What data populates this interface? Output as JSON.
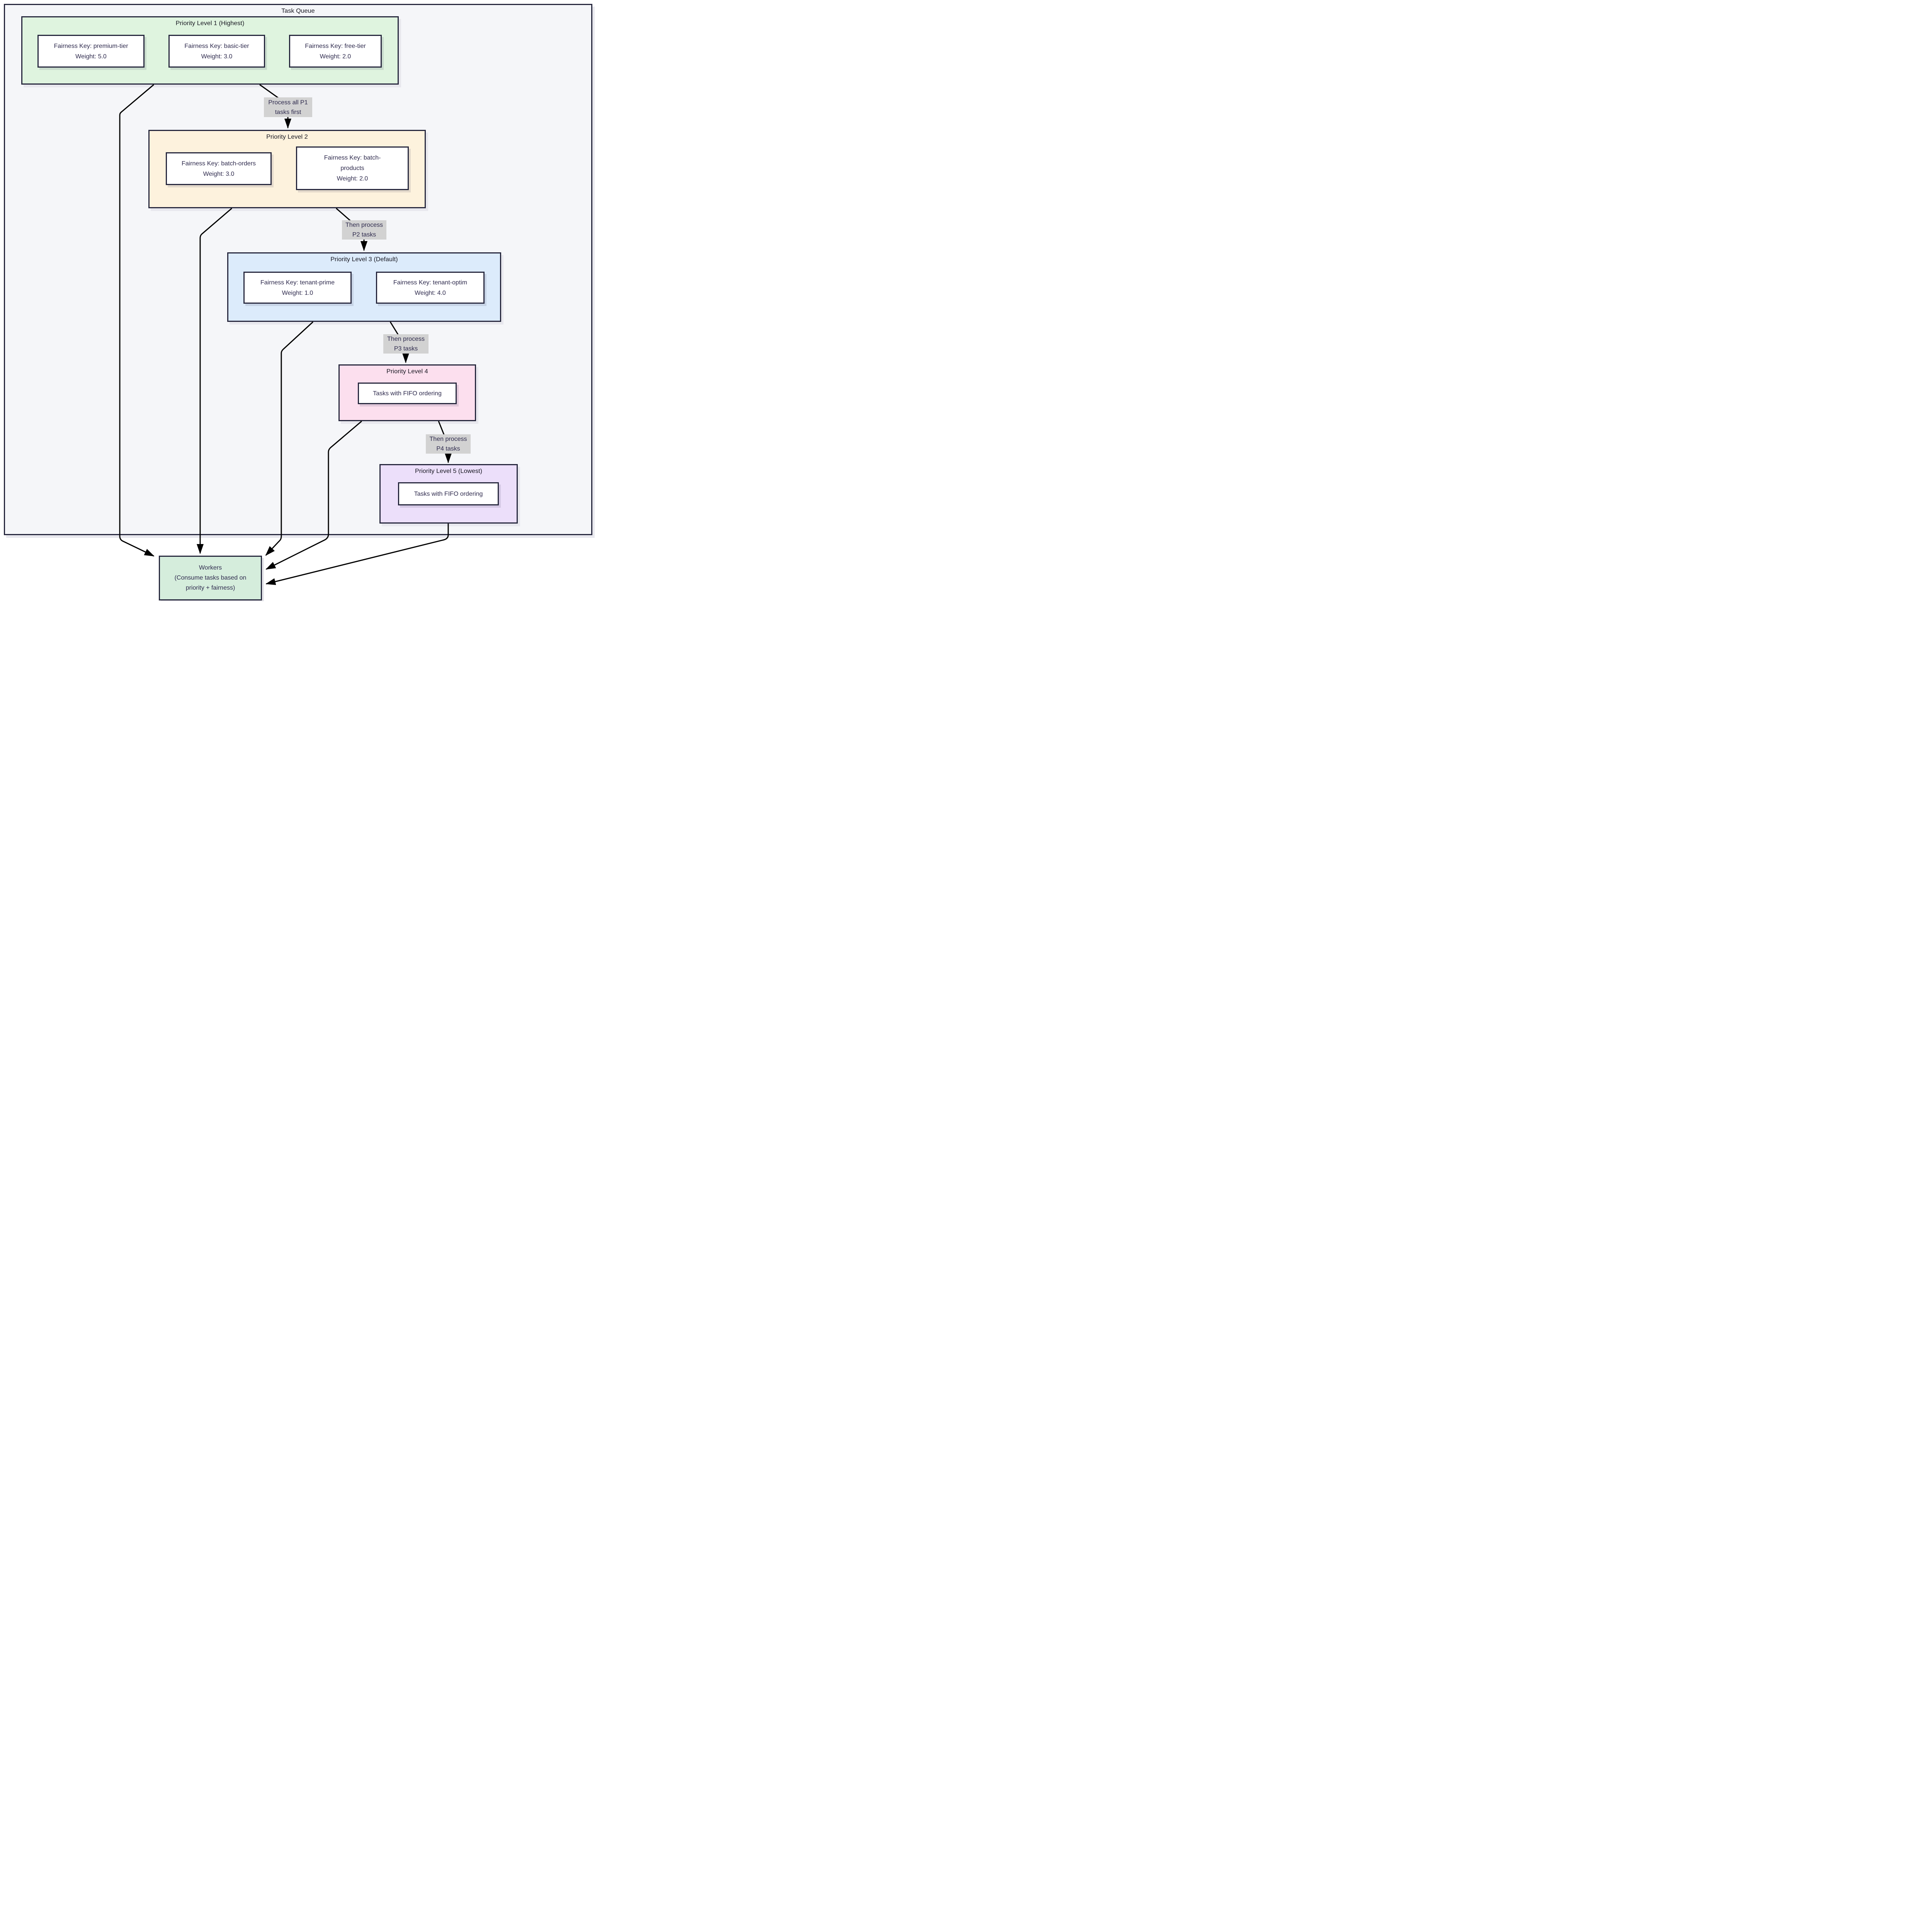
{
  "diagram": {
    "title": "Task Queue",
    "levels": [
      {
        "key": "p1",
        "title": "Priority Level 1 (Highest)",
        "fill": "#dff4df",
        "nodes": [
          {
            "lines": [
              "Fairness Key: premium-tier",
              "Weight: 5.0"
            ]
          },
          {
            "lines": [
              "Fairness Key: basic-tier",
              "Weight: 3.0"
            ]
          },
          {
            "lines": [
              "Fairness Key: free-tier",
              "Weight: 2.0"
            ]
          }
        ]
      },
      {
        "key": "p2",
        "title": "Priority Level 2",
        "fill": "#fdf2dd",
        "nodes": [
          {
            "lines": [
              "Fairness Key: batch-orders",
              "Weight: 3.0"
            ]
          },
          {
            "lines": [
              "Fairness Key: batch-",
              "products",
              "Weight: 2.0"
            ]
          }
        ]
      },
      {
        "key": "p3",
        "title": "Priority Level 3 (Default)",
        "fill": "#dcebfb",
        "nodes": [
          {
            "lines": [
              "Fairness Key: tenant-prime",
              "Weight: 1.0"
            ]
          },
          {
            "lines": [
              "Fairness Key: tenant-optim",
              "Weight: 4.0"
            ]
          }
        ]
      },
      {
        "key": "p4",
        "title": "Priority Level 4",
        "fill": "#fcdfee",
        "nodes": [
          {
            "lines": [
              "Tasks with FIFO ordering"
            ]
          }
        ]
      },
      {
        "key": "p5",
        "title": "Priority Level 5 (Lowest)",
        "fill": "#ecdffa",
        "nodes": [
          {
            "lines": [
              "Tasks with FIFO ordering"
            ]
          }
        ]
      }
    ],
    "edge_labels": [
      {
        "lines": [
          "Process all P1",
          "tasks first"
        ]
      },
      {
        "lines": [
          "Then process",
          "P2 tasks"
        ]
      },
      {
        "lines": [
          "Then process",
          "P3 tasks"
        ]
      },
      {
        "lines": [
          "Then process",
          "P4 tasks"
        ]
      }
    ],
    "workers": {
      "lines": [
        "Workers",
        "(Consume tasks based on",
        "priority + fairness)"
      ],
      "fill": "#d5eddc"
    },
    "colors": {
      "page_bg": "#ffffff",
      "outer_bg": "#f5f6f9",
      "border": "#27283e",
      "node_bg": "#ffffff",
      "edge": "#000000",
      "edge_label_bg": "#d2d2d2",
      "node_text": "#2e2a4d",
      "title_text": "#15151f",
      "level1_fill": "#dff4df",
      "level2_fill": "#fdf2dd",
      "level3_fill": "#dcebfb",
      "level4_fill": "#fcdfee",
      "level5_fill": "#ecdffa",
      "workers_fill": "#d5eddc"
    }
  }
}
